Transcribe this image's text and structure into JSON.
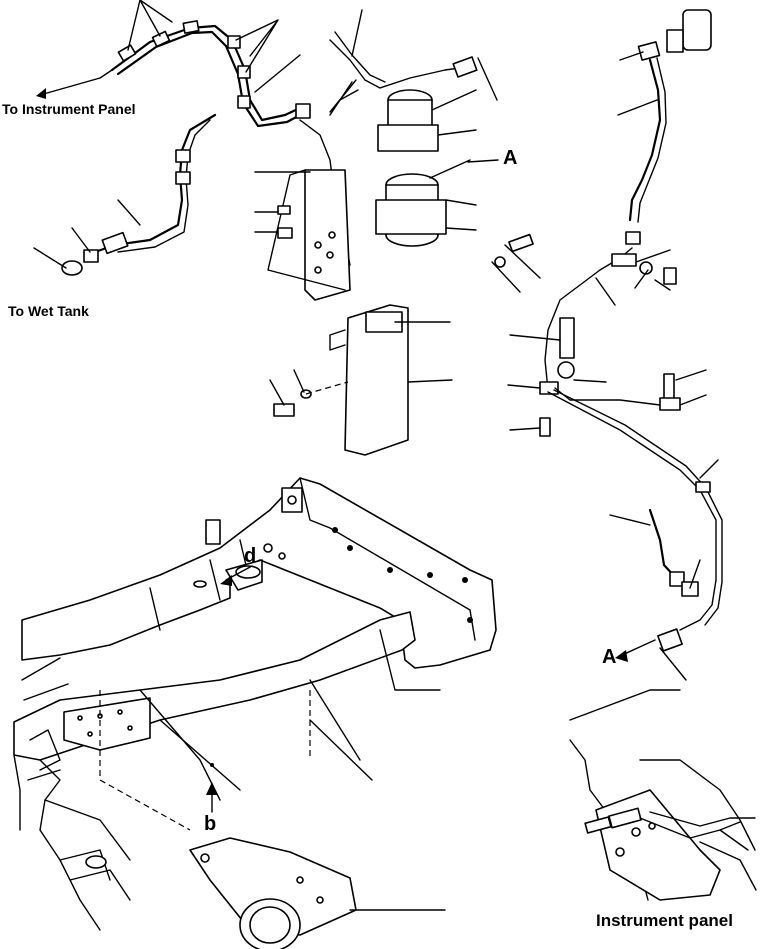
{
  "labels": {
    "to_instrument_panel": "To Instrument Panel",
    "to_wet_tank": "To Wet Tank",
    "ref_a_top": "A",
    "ref_a_bottom": "A",
    "ref_b": "b",
    "ref_d": "d",
    "instrument_panel": "Instrument panel"
  }
}
